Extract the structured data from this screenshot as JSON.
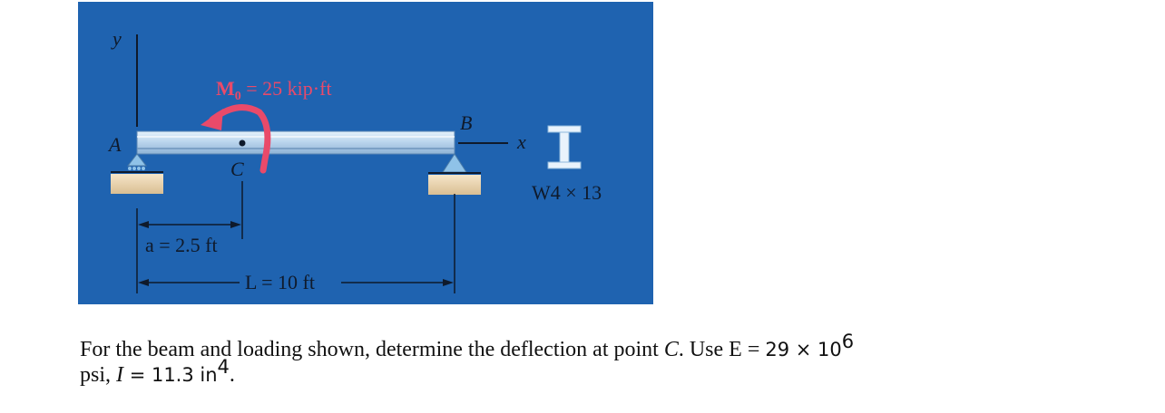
{
  "figure": {
    "y_axis_label": "y",
    "x_axis_label": "x",
    "point_a_label": "A",
    "point_b_label": "B",
    "point_c_label": "C",
    "moment_label": "M",
    "moment_subscript": "0",
    "moment_value": " = 25 kip·ft",
    "dim_a_label": "a = 2.5 ft",
    "dim_l_label": "L = 10 ft",
    "section_label": "W4 × 13",
    "colors": {
      "background": "#1f63b0",
      "beam": "#bcd6ee",
      "moment": "#e94a6a",
      "line": "#0f1a2b",
      "support_base": "#efd8b4"
    }
  },
  "problem": {
    "line1_a": "For the beam and loading shown, determine the deflection at point ",
    "point_c": "C",
    "line1_b": ". Use E = ",
    "e_value": "29 × 10",
    "e_exp": "6",
    "line2_a": "psi, ",
    "i_symbol": "I",
    "i_value": " = 11.3 in",
    "i_exp": "4",
    "line2_b": "."
  }
}
